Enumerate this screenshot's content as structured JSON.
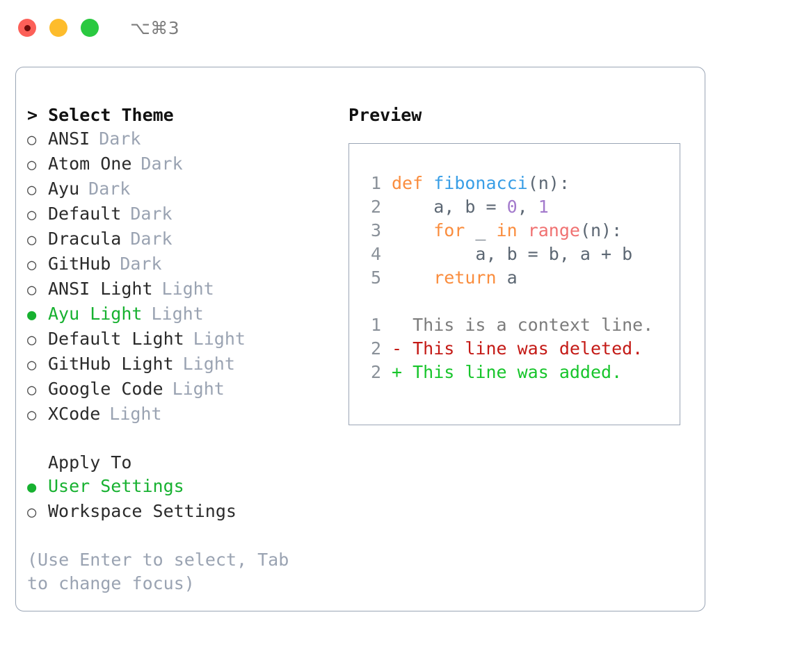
{
  "titlebar": {
    "shortcut": "⌥⌘3",
    "buttons": {
      "close": "close",
      "minimize": "minimize",
      "maximize": "maximize"
    }
  },
  "theme_list": {
    "caret": "> ",
    "heading": "Select Theme",
    "bullet_selected": "●",
    "bullet_unselected": "○",
    "items": [
      {
        "label": "ANSI",
        "tag": "Dark",
        "selected": false
      },
      {
        "label": "Atom One",
        "tag": "Dark",
        "selected": false
      },
      {
        "label": "Ayu",
        "tag": "Dark",
        "selected": false
      },
      {
        "label": "Default",
        "tag": "Dark",
        "selected": false
      },
      {
        "label": "Dracula",
        "tag": "Dark",
        "selected": false
      },
      {
        "label": "GitHub",
        "tag": "Dark",
        "selected": false
      },
      {
        "label": "ANSI Light",
        "tag": "Light",
        "selected": false
      },
      {
        "label": "Ayu Light",
        "tag": "Light",
        "selected": true
      },
      {
        "label": "Default Light",
        "tag": "Light",
        "selected": false
      },
      {
        "label": "GitHub Light",
        "tag": "Light",
        "selected": false
      },
      {
        "label": "Google Code",
        "tag": "Light",
        "selected": false
      },
      {
        "label": "XCode",
        "tag": "Light",
        "selected": false
      }
    ]
  },
  "apply_to": {
    "heading": "Apply To",
    "items": [
      {
        "label": "User Settings",
        "selected": true
      },
      {
        "label": "Workspace Settings",
        "selected": false
      }
    ]
  },
  "hint": "(Use Enter to select, Tab to change focus)",
  "preview": {
    "title": "Preview",
    "code_lines": [
      {
        "no": "1",
        "tokens": [
          {
            "t": "def ",
            "c": "kw"
          },
          {
            "t": "fibonacci",
            "c": "fn"
          },
          {
            "t": "(n):",
            "c": "punc"
          }
        ]
      },
      {
        "no": "2",
        "tokens": [
          {
            "t": "    a, b = ",
            "c": "var"
          },
          {
            "t": "0",
            "c": "num"
          },
          {
            "t": ", ",
            "c": "var"
          },
          {
            "t": "1",
            "c": "num"
          }
        ]
      },
      {
        "no": "3",
        "tokens": [
          {
            "t": "    for ",
            "c": "kw"
          },
          {
            "t": "_ ",
            "c": "var"
          },
          {
            "t": "in ",
            "c": "kw"
          },
          {
            "t": "range",
            "c": "call"
          },
          {
            "t": "(n):",
            "c": "punc"
          }
        ]
      },
      {
        "no": "4",
        "tokens": [
          {
            "t": "        a, b = b, a + b",
            "c": "var"
          }
        ]
      },
      {
        "no": "5",
        "tokens": [
          {
            "t": "    return ",
            "c": "kw"
          },
          {
            "t": "a",
            "c": "var"
          }
        ]
      }
    ],
    "diff_lines": [
      {
        "no": "1",
        "tokens": [
          {
            "t": "  This is a context line.",
            "c": "ctx"
          }
        ]
      },
      {
        "no": "2",
        "tokens": [
          {
            "t": "- This line was deleted.",
            "c": "del"
          }
        ]
      },
      {
        "no": "2",
        "tokens": [
          {
            "t": "+ This line was added.",
            "c": "add"
          }
        ]
      }
    ]
  },
  "colors": {
    "accent_green": "#17b130",
    "keyword_orange": "#fa8d3e",
    "function_blue": "#399ee6",
    "number_purple": "#a37acc",
    "call_red": "#f07171",
    "diff_deleted": "#c41a16",
    "diff_added": "#17c52b",
    "muted": "#9aa3b2",
    "border": "#9aa5b5"
  }
}
